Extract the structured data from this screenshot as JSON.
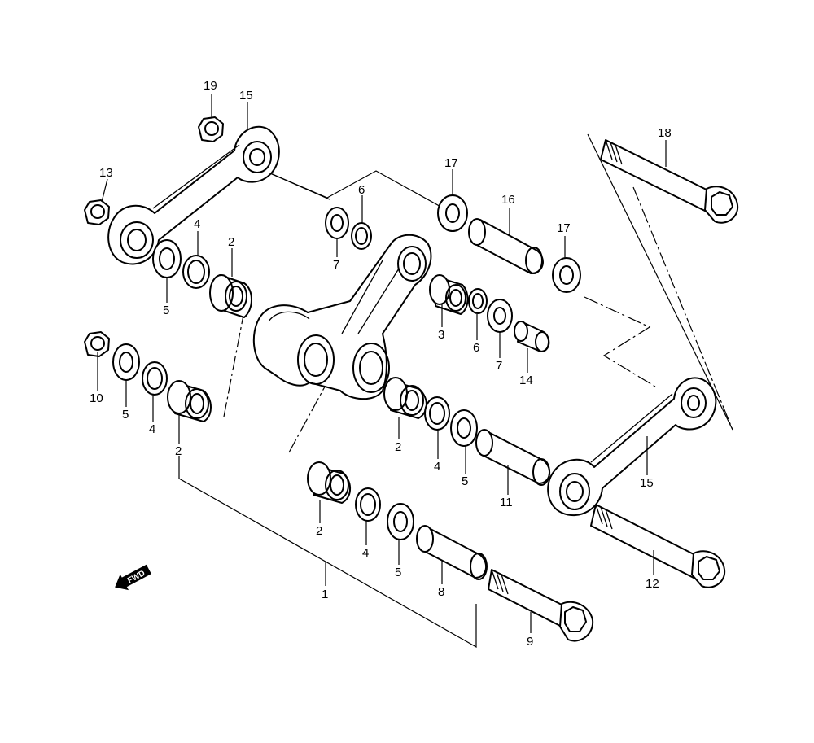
{
  "diagram": {
    "callouts": {
      "c1": "1",
      "c2a": "2",
      "c2b": "2",
      "c2c": "2",
      "c2d": "2",
      "c3": "3",
      "c4a": "4",
      "c4b": "4",
      "c4c": "4",
      "c4d": "4",
      "c5a": "5",
      "c5b": "5",
      "c5c": "5",
      "c5d": "5",
      "c6a": "6",
      "c6b": "6",
      "c7a": "7",
      "c7b": "7",
      "c8": "8",
      "c9": "9",
      "c10": "10",
      "c11": "11",
      "c12": "12",
      "c13": "13",
      "c14": "14",
      "c15a": "15",
      "c15b": "15",
      "c16": "16",
      "c17a": "17",
      "c17b": "17",
      "c18": "18",
      "c19": "19"
    },
    "direction_arrow": {
      "text": "FWD",
      "icon": "forward-arrow-icon"
    }
  }
}
